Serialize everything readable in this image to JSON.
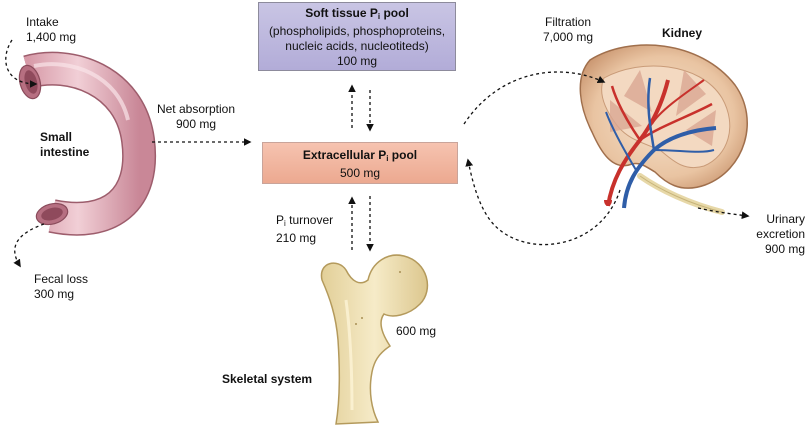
{
  "intestine": {
    "name_line1": "Small",
    "name_line2": "intestine",
    "intake_label": "Intake",
    "intake_value": "1,400 mg",
    "fecal_label": "Fecal loss",
    "fecal_value": "300 mg",
    "absorption_label": "Net absorption",
    "absorption_value": "900 mg"
  },
  "soft_tissue": {
    "title_before": "Soft tissue P",
    "title_sub": "i",
    "title_after": " pool",
    "line1": "(phospholipids, phosphoproteins,",
    "line2": "nucleic acids, nucleotiteds)",
    "value": "100 mg"
  },
  "extracellular": {
    "title_before": "Extracellular P",
    "title_sub": "i",
    "title_after": " pool",
    "value": "500 mg"
  },
  "skeleton": {
    "turnover_before": "P",
    "turnover_sub": "i",
    "turnover_after": " turnover",
    "turnover_value": "210 mg",
    "bone_value": "600 mg",
    "name": "Skeletal system"
  },
  "kidney": {
    "name": "Kidney",
    "filtration_label": "Filtration",
    "filtration_value": "7,000 mg",
    "urinary_line1": "Urinary",
    "urinary_line2": "excretion",
    "urinary_value": "900 mg"
  },
  "colors": {
    "intestine": "#e8bcc6",
    "bone": "#efe1b4",
    "kidney_cortex": "#e6c6a8",
    "artery": "#c8312c",
    "vein": "#2f5ea8",
    "soft_tissue_box": "#bdb8de",
    "extracellular_box": "#f0b49e"
  }
}
